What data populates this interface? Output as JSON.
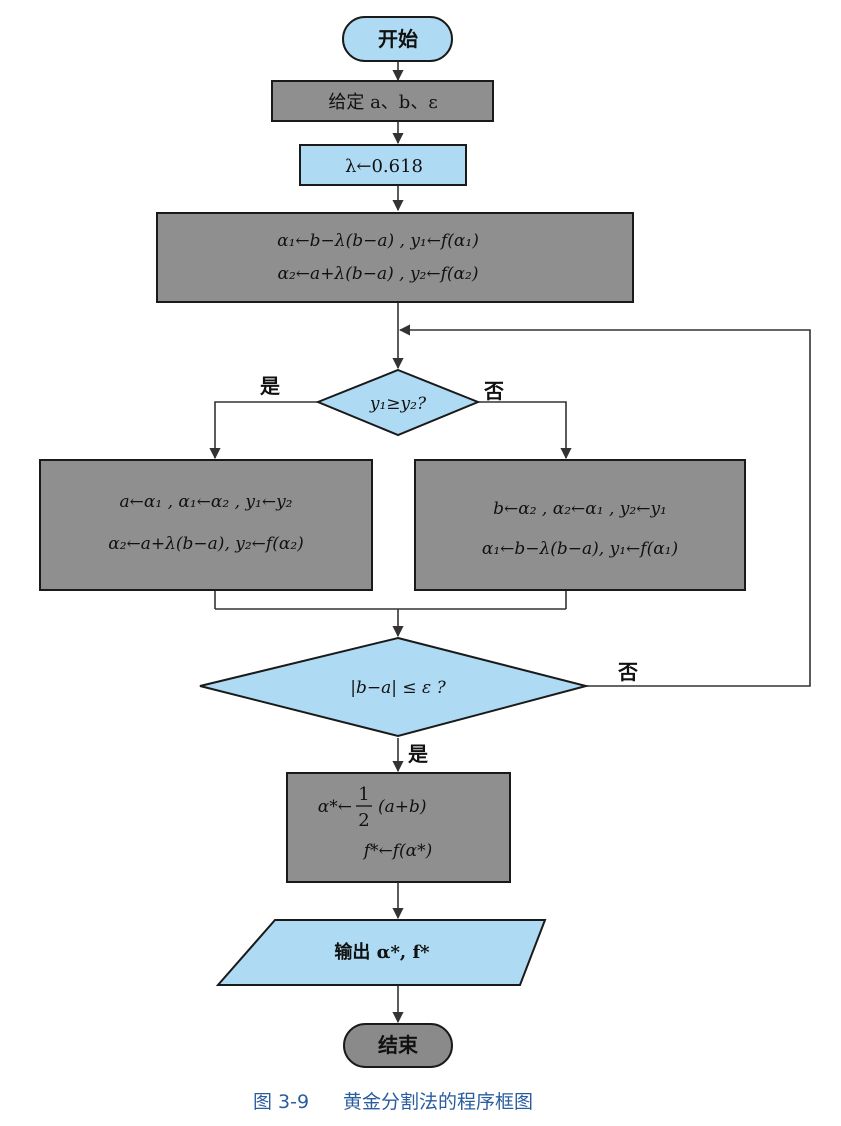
{
  "nodes": {
    "start": "开始",
    "input": "给定 a、b、ε",
    "init_lambda": "λ←0.618",
    "init_line1": "α₁←b−λ(b−a) , y₁←f(α₁)",
    "init_line2": "α₂←a+λ(b−a) , y₂←f(α₂)",
    "decision1": "y₁≥y₂?",
    "yes_label1": "是",
    "no_label1": "否",
    "left_line1": "a←α₁ , α₁←α₂ , y₁←y₂",
    "left_line2": "α₂←a+λ(b−a), y₂←f(α₂)",
    "right_line1": "b←α₂ , α₂←α₁ , y₂←y₁",
    "right_line2": "α₁←b−λ(b−a), y₁←f(α₁)",
    "decision2": "|b−a| ≤ ε ?",
    "no_label2": "否",
    "yes_label2": "是",
    "result_line1_lhs": "α*←",
    "result_frac_num": "1",
    "result_frac_den": "2",
    "result_line1_rhs": "(a+b)",
    "result_line2": "f*←f(α*)",
    "output": "输出 α*, f*",
    "end": "结束"
  },
  "caption": {
    "figure_no": "图 3-9",
    "title": "黄金分割法的程序框图"
  },
  "colors": {
    "blue_fill": "#aedbf3",
    "gray_fill": "#8f8f8f",
    "caption": "#2a5d9f"
  }
}
